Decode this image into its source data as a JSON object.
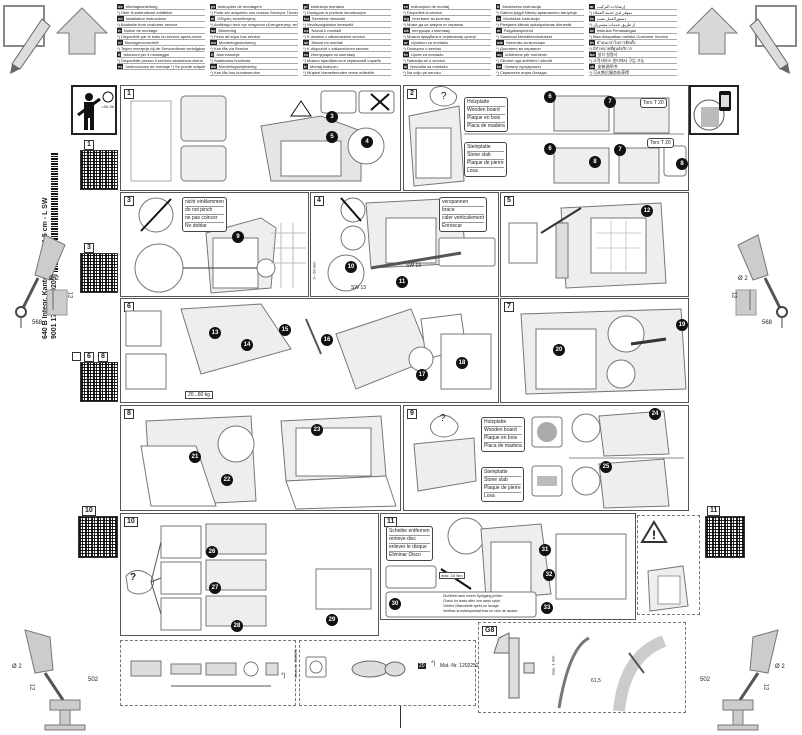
{
  "product": {
    "title": "640 B Integr. Kanto-Leisten 81,5 cm - L SW",
    "code": "9001 170 044 (0205)"
  },
  "languages": [
    [
      {
        "c": "de",
        "t": "Montageanleitung"
      },
      {
        "c": "",
        "t": "*) Über Kundendienst erhältlich"
      },
      {
        "c": "en",
        "t": "Installation instructions"
      },
      {
        "c": "",
        "t": "*) Available from customer service"
      },
      {
        "c": "fr",
        "t": "Notice de montage"
      },
      {
        "c": "",
        "t": "*) Disponible par le biais du service après-vente"
      },
      {
        "c": "nl",
        "t": "Montagevoorschrift"
      },
      {
        "c": "",
        "t": "*) Tegen meerprijs bij de Servicedienst verkrijgbaar"
      },
      {
        "c": "it",
        "t": "Istruzioni per il montaggio"
      },
      {
        "c": "",
        "t": "*) Disponibile presso il servizio assistenza clienti"
      },
      {
        "c": "es",
        "t": "Instrucciones de montaje *) Se puede adquirir a través del Servicio de Asistencia Técnica"
      }
    ],
    [
      {
        "c": "pt",
        "t": "Instruções de montagem"
      },
      {
        "c": "",
        "t": "*) Pode ser adquirido nos nossos Serviços Técnicos"
      },
      {
        "c": "el",
        "t": "Οδηγίες τοποθέτησης"
      },
      {
        "c": "",
        "t": "*) Διαθέσιμο από την υπηρεσία εξυπηρέτησης πελατών"
      },
      {
        "c": "sv",
        "t": "Montering"
      },
      {
        "c": "",
        "t": "*) Finns att köpa hos service"
      },
      {
        "c": "no",
        "t": "Monteringsanvisning"
      },
      {
        "c": "",
        "t": "*) Kan fås via Service"
      },
      {
        "c": "fi",
        "t": "Asennusohje"
      },
      {
        "c": "",
        "t": "*) Saatavana huollosta"
      },
      {
        "c": "da",
        "t": "Monteringsvejledning"
      },
      {
        "c": "",
        "t": "*) Kan fås hos kundeservice"
      }
    ],
    [
      {
        "c": "pl",
        "t": "Instrukcja montażu"
      },
      {
        "c": "",
        "t": "*) Dostępne w punkcie serwisowym"
      },
      {
        "c": "hu",
        "t": "Szerelési útmutató"
      },
      {
        "c": "",
        "t": "*) Vevőszolgálaton keresztül"
      },
      {
        "c": "cs",
        "t": "Návod k montáži"
      },
      {
        "c": "",
        "t": "*) K dostání v zákaznickém servisu"
      },
      {
        "c": "sk",
        "t": "Návod na montáž"
      },
      {
        "c": "",
        "t": "*) K dispozícii v zákazníckom servise"
      },
      {
        "c": "ru",
        "t": "Инструкция по монтажу"
      },
      {
        "c": "",
        "t": "*) Можно приобрести в сервисной службе"
      },
      {
        "c": "tr",
        "t": "Montaj kılavuzu"
      },
      {
        "c": "",
        "t": "*) Müşteri hizmetlerinden temin edilebilir"
      }
    ],
    [
      {
        "c": "ro",
        "t": "Instrucţiuni de montaj"
      },
      {
        "c": "",
        "t": "*) Disponibil la service"
      },
      {
        "c": "bg",
        "t": "Упътване за монтаж"
      },
      {
        "c": "",
        "t": "*) Може да се закупи от сервиза"
      },
      {
        "c": "uk",
        "t": "Інструкція з монтажу"
      },
      {
        "c": "",
        "t": "*) Можна придбати в сервісному центрі"
      },
      {
        "c": "sr",
        "t": "Uputstvo za montažu"
      },
      {
        "c": "",
        "t": "*) Dostupno u servisu"
      },
      {
        "c": "hr",
        "t": "Upute za montažu"
      },
      {
        "c": "",
        "t": "*) Nabavlja se u servisu"
      },
      {
        "c": "sl",
        "t": "Navodila za montažo"
      },
      {
        "c": "",
        "t": "*) Na voljo pri servisu"
      }
    ],
    [
      {
        "c": "lt",
        "t": "Montavimo instrukcija"
      },
      {
        "c": "",
        "t": "*) Galima įsigyti klientų aptarnavimo tarnyboje"
      },
      {
        "c": "lv",
        "t": "Montāžas instrukcija"
      },
      {
        "c": "",
        "t": "*) Pieejams klientu apkalpošanas dienestā"
      },
      {
        "c": "et",
        "t": "Paigaldusjuhend"
      },
      {
        "c": "",
        "t": "*) Saadaval klienditeenindusest"
      },
      {
        "c": "mk",
        "t": "Упатство за монтажа"
      },
      {
        "c": "",
        "t": "*) Достапно во сервисот"
      },
      {
        "c": "sq",
        "t": "Udhëzime për montimin"
      },
      {
        "c": "",
        "t": "*) Ofrohet nga shërbimi i klientit"
      },
      {
        "c": "kk",
        "t": "Орнату нұсқаулығы"
      },
      {
        "c": "",
        "t": "*) Сервистен алуға болады"
      }
    ],
    [
      {
        "c": "ar",
        "t": "إرشادات التركيب"
      },
      {
        "c": "",
        "t": "*) متوفر لدى خدمة العملاء"
      },
      {
        "c": "fa",
        "t": "دستورالعمل نصب"
      },
      {
        "c": "",
        "t": "*) از طریق خدمات مشتریان"
      },
      {
        "c": "id",
        "t": "Instruksi Pemasangan"
      },
      {
        "c": "",
        "t": "*) Bisa didapatkan melalui Customer Service"
      },
      {
        "c": "th",
        "t": "คำแนะนำในการติดตั้ง"
      },
      {
        "c": "",
        "t": "*) มีจำหน่ายที่ศูนย์บริการ"
      },
      {
        "c": "ko",
        "t": "설치 설명서"
      },
      {
        "c": "",
        "t": "*) 고객서비스 센터에서 구입 가능"
      },
      {
        "c": "zh",
        "t": "安装说明书"
      },
      {
        "c": "",
        "t": "*) 可从售后服务处获得"
      }
    ]
  ],
  "qr_labels": [
    "1",
    "3",
    "6",
    "8",
    "10",
    "11"
  ],
  "panels": {
    "p1": "1",
    "p2": "2",
    "p3": "3",
    "p4": "4",
    "p5": "5",
    "p6": "6",
    "p7": "7",
    "p8": "8",
    "p9": "9",
    "p10": "10",
    "p11": "11",
    "g8": "G8"
  },
  "wood_labels": [
    "Holzplatte",
    "Wooden board",
    "Plaque en bois",
    "Placa de madera"
  ],
  "stone_labels": [
    "Steinplatte",
    "Stone slab",
    "Plaque de pierre",
    "Losa"
  ],
  "pinch_labels": [
    "nicht einklemmen",
    "do not pinch",
    "ne pas coincer",
    "No doblar"
  ],
  "brace_labels": [
    "verspannen",
    "brace",
    "caler verticalement",
    "Enroscar"
  ],
  "disc_labels": [
    "Scheibe entfernen",
    "remove disc",
    "enlever le disque",
    "Eliminar Disco"
  ],
  "rinse_labels": [
    "Dichtheit nach einem Spülgang prüfen.",
    "Check for leaks after one wash cycle.",
    "Vérifier l'étanchéité après un lavage.",
    "Verificar la estanqueidad tras un ciclo de lavado."
  ],
  "torx": "Torx T 20",
  "sw13": "SW 13",
  "sw13b": "SW 13",
  "height_range": "3 - 60 mm",
  "weight": "20...60 kg",
  "max_label": "max. 10 Nm",
  "mat_nr": "Mat.-Nr. 12022522",
  "mat_nr_small": "Mat.-Nr. 285056",
  "asterisk": "*)",
  "timer": "<2h-3h",
  "drill": {
    "diameter": "Ø 2",
    "depth": "12",
    "dist_top": "568",
    "dist_bottom": "502"
  },
  "callouts": [
    "3",
    "4",
    "5",
    "6",
    "7",
    "8",
    "9",
    "10",
    "11",
    "12",
    "13",
    "14",
    "15",
    "16",
    "17",
    "18",
    "19",
    "20",
    "21",
    "22",
    "23",
    "24",
    "25",
    "26",
    "27",
    "28",
    "29",
    "30",
    "31",
    "32",
    "33"
  ],
  "dims": {
    "d1": "max. 1 mm",
    "d2": "61,5"
  }
}
